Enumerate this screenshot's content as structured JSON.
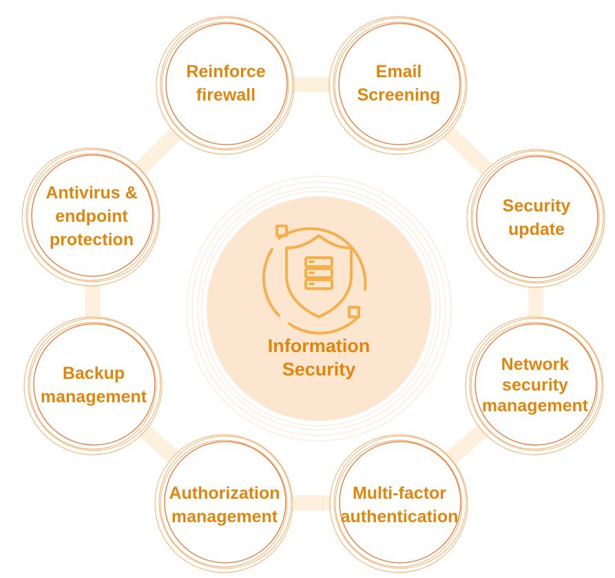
{
  "center": {
    "label_line1": "Information",
    "label_line2": "Security",
    "icon": "shield-server-icon"
  },
  "nodes": [
    {
      "id": "reinforce-firewall",
      "line1": "Reinforce",
      "line2": "firewall",
      "line3": ""
    },
    {
      "id": "email-screening",
      "line1": "Email",
      "line2": "Screening",
      "line3": ""
    },
    {
      "id": "security-update",
      "line1": "Security",
      "line2": "update",
      "line3": ""
    },
    {
      "id": "network-security-management",
      "line1": "Network",
      "line2": "security",
      "line3": "management"
    },
    {
      "id": "multi-factor-authentication",
      "line1": "Multi-factor",
      "line2": "authentication",
      "line3": ""
    },
    {
      "id": "authorization-management",
      "line1": "Authorization",
      "line2": "management",
      "line3": ""
    },
    {
      "id": "backup-management",
      "line1": "Backup",
      "line2": "management",
      "line3": ""
    },
    {
      "id": "antivirus-endpoint-protection",
      "line1": "Antivirus &",
      "line2": "endpoint",
      "line3": "protection"
    }
  ],
  "colors": {
    "text": "#e0860e",
    "ring": "#f2a45a",
    "ring_inner": "#e8702a",
    "connector": "#fdf0dc",
    "center_fill": "#fde6cf",
    "icon": "#f5b04c"
  }
}
